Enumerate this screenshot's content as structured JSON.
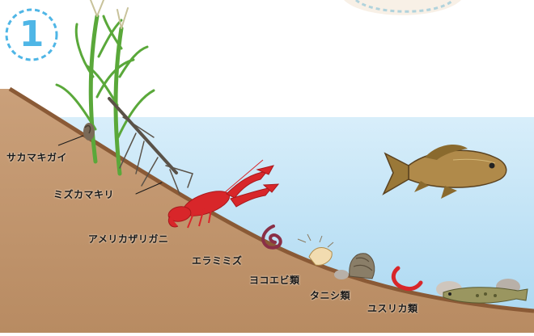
{
  "badge": {
    "number": "1"
  },
  "labels": {
    "sakamakigai": "サカマキガイ",
    "mizukamakiri": "ミズカマキリ",
    "americazarigani": "アメリカザリガニ",
    "eramimizu": "エラミミズ",
    "yokoebi": "ヨコエビ類",
    "tanishi": "タニシ類",
    "yusurika": "ユスリカ類"
  },
  "colors": {
    "water": "#c9e7f7",
    "soil": "#c59a72",
    "bank_edge": "#8a5a36",
    "badge": "#4fb6e6",
    "reed": "#5aa83a",
    "crayfish": "#d8262a",
    "carp": "#8a6a2e"
  }
}
